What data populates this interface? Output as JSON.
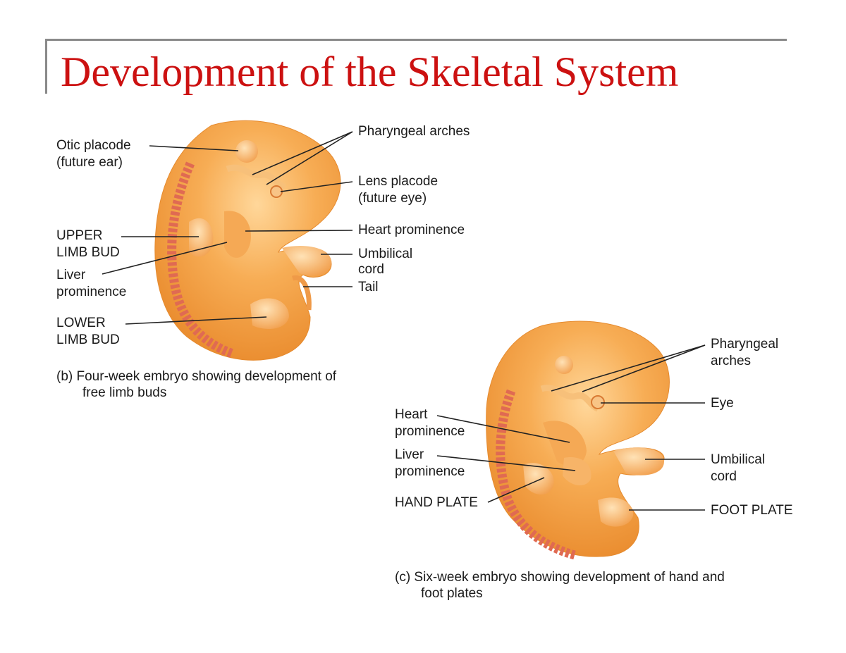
{
  "slide": {
    "title": "Development of the Skeletal System"
  },
  "four_week": {
    "labels": {
      "otic_1": "Otic placode",
      "otic_2": "(future ear)",
      "pharyngeal": "Pharyngeal arches",
      "lens_1": "Lens placode",
      "lens_2": "(future eye)",
      "upper_1": "UPPER",
      "upper_2": "LIMB BUD",
      "heart": "Heart prominence",
      "liver_1": "Liver",
      "liver_2": "prominence",
      "umbilical_1": "Umbilical",
      "umbilical_2": "cord",
      "tail": "Tail",
      "lower_1": "LOWER",
      "lower_2": "LIMB BUD"
    },
    "caption_1": "(b) Four-week embryo showing development of",
    "caption_2": "free limb buds"
  },
  "six_week": {
    "labels": {
      "pharyngeal_1": "Pharyngeal",
      "pharyngeal_2": "arches",
      "eye": "Eye",
      "heart_1": "Heart",
      "heart_2": "prominence",
      "liver_1": "Liver",
      "liver_2": "prominence",
      "umbilical_1": "Umbilical",
      "umbilical_2": "cord",
      "hand": "HAND PLATE",
      "foot": "FOOT PLATE"
    },
    "caption_1": "(c) Six-week embryo showing development of hand and",
    "caption_2": "foot plates"
  },
  "colors": {
    "title": "#cc1111",
    "embryo_body": "#f4a64a",
    "somites": "#e06a52",
    "rule": "#8a8a8a"
  }
}
